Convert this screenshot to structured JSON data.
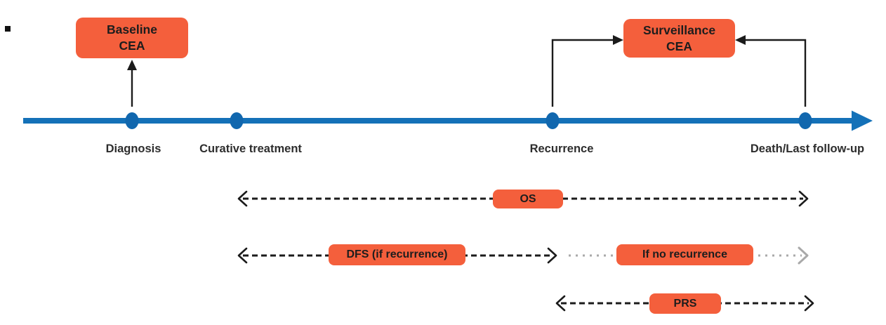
{
  "colors": {
    "accent_orange": "#f45f3c",
    "timeline_blue": "#1471b8",
    "dot_blue": "#1167ae",
    "arrow_black": "#1b1b1b",
    "muted_gray": "#a9a9a9",
    "label_text": "#2d2d2d"
  },
  "annotations": {
    "baseline_cea": {
      "line1": "Baseline",
      "line2": "CEA"
    },
    "surveillance_cea": {
      "line1": "Surveillance",
      "line2": "CEA"
    }
  },
  "timeline": {
    "events": [
      {
        "label": "Diagnosis"
      },
      {
        "label": "Curative treatment"
      },
      {
        "label": "Recurrence"
      },
      {
        "label": "Death/Last follow-up"
      }
    ]
  },
  "intervals": {
    "os": {
      "label": "OS"
    },
    "dfs": {
      "label": "DFS (if recurrence)"
    },
    "no_recurrence": {
      "label": "If no recurrence"
    },
    "prs": {
      "label": "PRS"
    }
  }
}
